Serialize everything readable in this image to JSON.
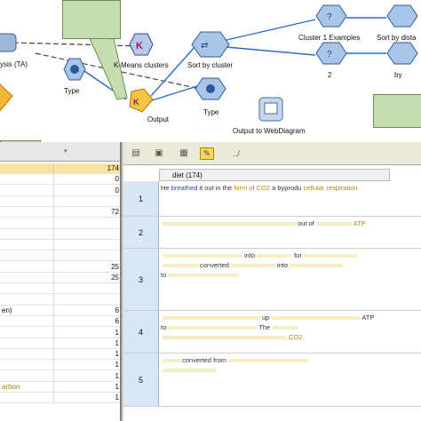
{
  "canvas": {
    "labels": {
      "analysis": "ysis (TA)",
      "type1": "Type",
      "kmeans": "K-Means clusters",
      "sort_cluster": "Sort by cluster",
      "cluster1": "Cluster 1 Examples",
      "sort_dist": "Sort by dista",
      "two": "2",
      "by": "by",
      "output": "Output",
      "type2": "Type",
      "webdiagram": "Output to WebDiagram"
    }
  },
  "left_table": {
    "rows": [
      {
        "label": "",
        "value": "174",
        "highlight": true
      },
      {
        "label": "",
        "value": "0"
      },
      {
        "label": "",
        "value": "0"
      },
      {
        "label": "",
        "value": ""
      },
      {
        "label": "",
        "value": "72"
      },
      {
        "label": "",
        "value": ""
      },
      {
        "label": "",
        "value": ""
      },
      {
        "label": "",
        "value": ""
      },
      {
        "label": "",
        "value": ""
      },
      {
        "label": "",
        "value": "25"
      },
      {
        "label": "",
        "value": "25"
      },
      {
        "label": "",
        "value": ""
      },
      {
        "label": "",
        "value": ""
      },
      {
        "label": "en)",
        "value": "6"
      },
      {
        "label": "",
        "value": "6"
      },
      {
        "label": "",
        "value": "1"
      },
      {
        "label": "",
        "value": "1"
      },
      {
        "label": "",
        "value": "1"
      },
      {
        "label": "",
        "value": "1"
      },
      {
        "label": "",
        "value": "1"
      },
      {
        "label": "arbon",
        "value": "1"
      },
      {
        "label": "",
        "value": "1"
      }
    ]
  },
  "toolbar": {
    "icons": [
      "print-icon",
      "copy-icon",
      "export-icon",
      "highlight-icon",
      "tag-icon"
    ],
    "dropdown": "../"
  },
  "right_table": {
    "column_header": "diet (174)",
    "rows": [
      {
        "num": "1",
        "text_a": "He",
        "text_b": "breathed",
        "text_c": "it out in the",
        "text_d": "form of CO2",
        "text_e": "a byprodu",
        "text_f": "cellular respiration."
      },
      {
        "num": "2",
        "t1": "out of",
        "t2": "ATP"
      },
      {
        "num": "3",
        "t1": "into",
        "t2": "for",
        "t3": "converted",
        "t4": "into",
        "t5": "to"
      },
      {
        "num": "4",
        "t1": "up",
        "t2": "ATP",
        "t3": "to",
        "t4": "The",
        "t5": "CO2"
      },
      {
        "num": "5",
        "t1": "converted from"
      }
    ]
  },
  "colors": {
    "callout": "#c6ddb1",
    "rownum": "#d9e6f5",
    "highlight_row": "#f7e3a0"
  }
}
